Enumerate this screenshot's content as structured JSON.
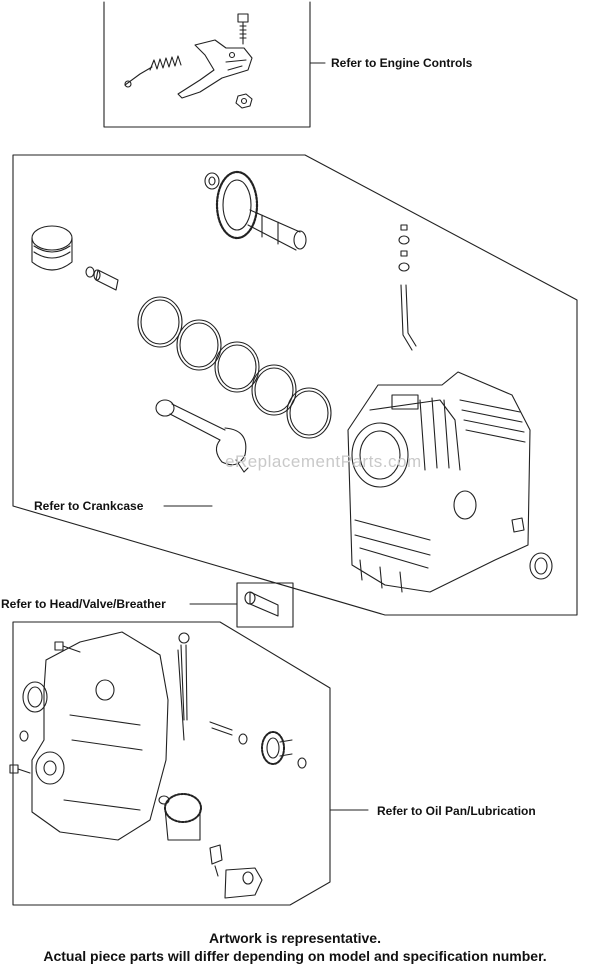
{
  "callouts": {
    "engine_controls": "Refer to Engine Controls",
    "crankcase": "Refer to Crankcase",
    "head_valve_breather": "Refer to Head/Valve/Breather",
    "oil_pan_lubrication": "Refer to Oil Pan/Lubrication"
  },
  "footer": {
    "line1": "Artwork is representative.",
    "line2": "Actual piece parts will differ depending on model and specification number."
  },
  "watermark": "eReplacementParts.com"
}
